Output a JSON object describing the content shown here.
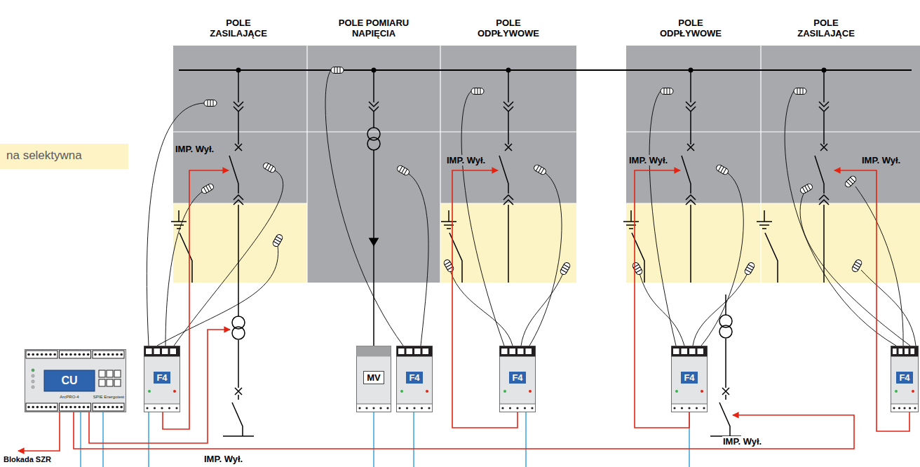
{
  "diagram": {
    "nodes": [
      {
        "text": [
          "POLE ZASILAJĄCE"
        ]
      },
      {
        "text": [
          "POLE POMIARU NAPIĘCIA"
        ]
      },
      {
        "text": [
          "POLE ODPŁYWOWE"
        ]
      },
      {
        "text": [
          "POLE ODPŁYWOWE"
        ]
      },
      {
        "text": [
          "POLE ZASILAJĄCE"
        ]
      },
      {
        "text": [
          "CU",
          "ArcPRO-4",
          "SPIE Energotest"
        ]
      },
      {
        "text": [
          "F4"
        ]
      },
      {
        "text": [
          "MV"
        ]
      },
      {
        "text": [
          "F4"
        ]
      },
      {
        "text": [
          "F4"
        ]
      },
      {
        "text": [
          "F4"
        ]
      },
      {
        "text": [
          "F4"
        ]
      }
    ],
    "labels": [
      "na selektywna",
      "IMP. Wył.",
      "IMP. Wył.",
      "IMP. Wył.",
      "IMP. Wył.",
      "Blokada SZR",
      "IMP. Wył.",
      "IMP. Wył."
    ]
  }
}
